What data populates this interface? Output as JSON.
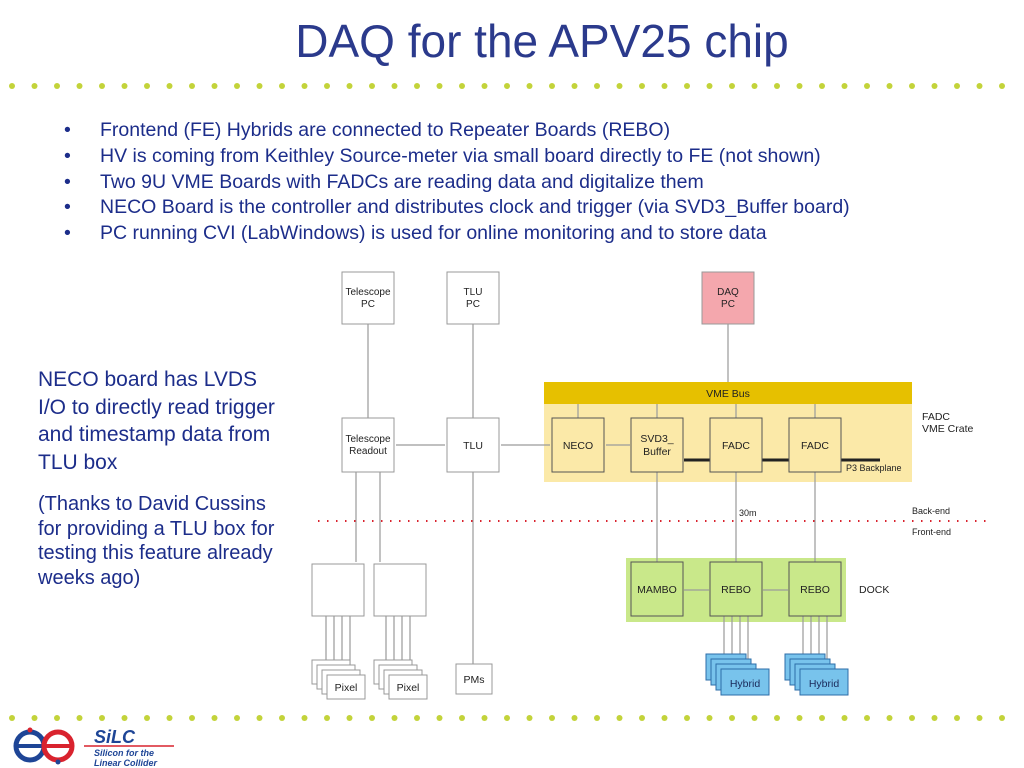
{
  "title": "DAQ for the APV25 chip",
  "bullets": [
    "Frontend (FE) Hybrids are connected to Repeater Boards (REBO)",
    "HV is coming from Keithley Source-meter via small board directly to FE (not shown)",
    "Two 9U VME Boards with FADCs are reading data and digitalize them",
    "NECO Board is the controller and distributes clock and trigger (via SVD3_Buffer board)",
    "PC running CVI (LabWindows) is used for online monitoring and to store data"
  ],
  "side_note": {
    "main": "NECO board has LVDS I/O to directly read trigger and timestamp data from TLU box",
    "thanks": "(Thanks to David Cussins for providing a TLU box for testing this feature already weeks ago)"
  },
  "diagram": {
    "telescope_pc": [
      "Telescope",
      "PC"
    ],
    "tlu_pc": [
      "TLU",
      "PC"
    ],
    "daq_pc": [
      "DAQ",
      "PC"
    ],
    "vme_bus": "VME Bus",
    "fadc_crate": [
      "FADC",
      "VME Crate"
    ],
    "telescope_readout": [
      "Telescope",
      "Readout"
    ],
    "tlu": "TLU",
    "neco": "NECO",
    "svd3_buffer": [
      "SVD3_",
      "Buffer"
    ],
    "fadc": "FADC",
    "p3_backplane": "P3 Backplane",
    "cable_length": "30m",
    "back_end": "Back-end",
    "front_end": "Front-end",
    "mambo": "MAMBO",
    "rebo": "REBO",
    "dock": "DOCK",
    "pixel": "Pixel",
    "pms": "PMs",
    "hybrid": "Hybrid"
  },
  "logo": {
    "name": "SiLC",
    "tagline_1": "Silicon for the",
    "tagline_2": "Linear Collider"
  },
  "colors": {
    "title": "#2b3a8c",
    "text": "#1c2d8a",
    "dots": "#c3d33a",
    "vme_bus": "#e6c000",
    "crate_bg": "#fbe9a8",
    "dock_bg": "#c9e88a",
    "daq_pc": "#f4a7ad",
    "hybrid": "#78c3ec",
    "logo_red": "#d9232e",
    "logo_blue": "#1e4596"
  }
}
